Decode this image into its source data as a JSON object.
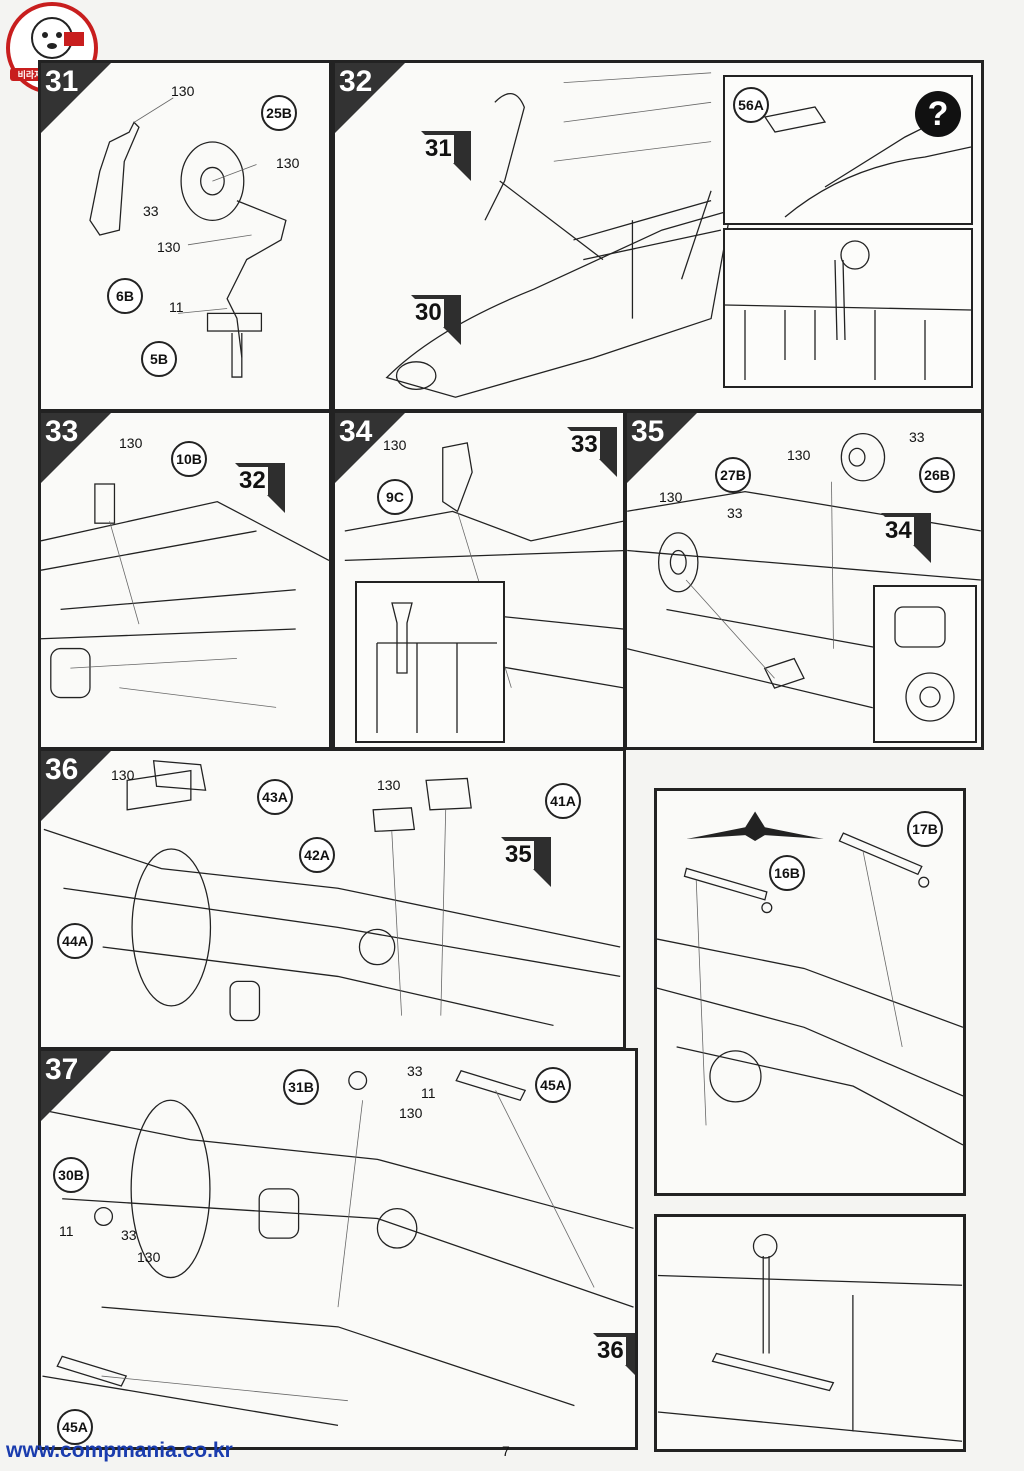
{
  "logo": {
    "text": "비라자의 플라모델",
    "brand": "compmania.co.kr"
  },
  "footer": {
    "website": "www.compmania.co.kr",
    "page_number": "7"
  },
  "steps": [
    {
      "number": "31",
      "labels": [
        "130",
        "25B",
        "130",
        "33",
        "130",
        "6B",
        "11",
        "5B"
      ]
    },
    {
      "number": "32",
      "ref_a": "31",
      "ref_b": "30",
      "labels": [
        "56A"
      ]
    },
    {
      "number": "33",
      "ref": "32",
      "labels": [
        "130",
        "10B"
      ]
    },
    {
      "number": "34",
      "ref": "33",
      "labels": [
        "130",
        "9C"
      ]
    },
    {
      "number": "35",
      "ref": "34",
      "labels": [
        "130",
        "33",
        "26B",
        "27B",
        "130",
        "33"
      ]
    },
    {
      "number": "36",
      "ref": "35",
      "labels": [
        "130",
        "43A",
        "130",
        "41A",
        "42A",
        "44A"
      ]
    },
    {
      "number": "37",
      "ref": "36",
      "labels": [
        "33",
        "31B",
        "11",
        "130",
        "45A",
        "30B",
        "11",
        "33",
        "130",
        "45A"
      ]
    },
    {
      "number": "",
      "labels": [
        "17B",
        "16B"
      ]
    }
  ],
  "colors": {
    "panel_border": "#222222",
    "step_bg": "#333333",
    "website": "#1a3cae"
  }
}
